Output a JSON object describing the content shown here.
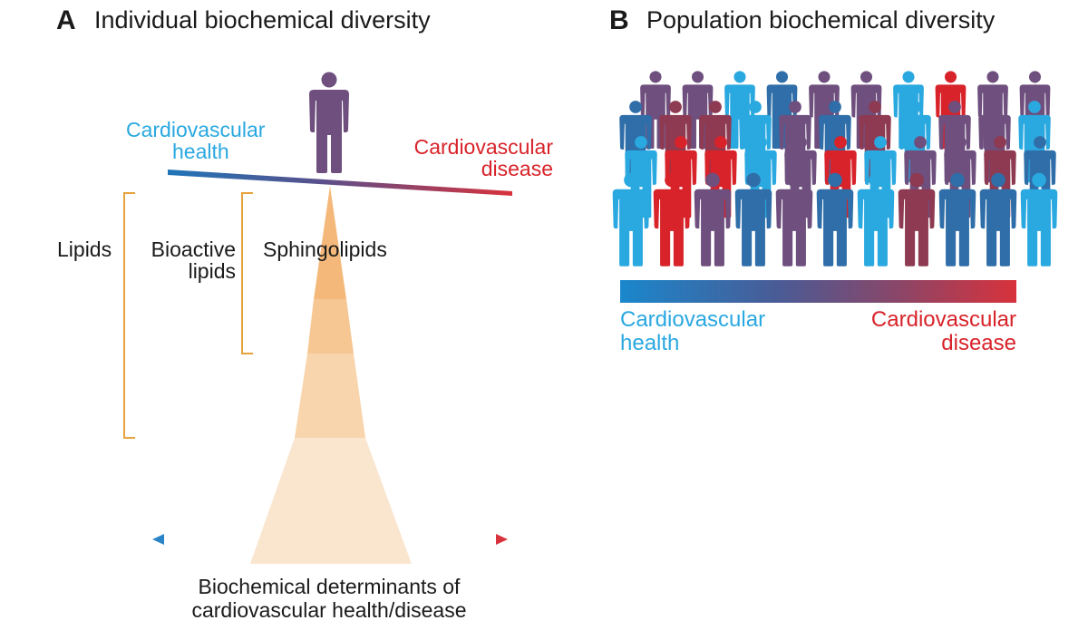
{
  "panel_a": {
    "letter": "A",
    "title": "Individual biochemical diversity",
    "health_label": [
      "Cardiovascular",
      "health"
    ],
    "disease_label": [
      "Cardiovascular",
      "disease"
    ],
    "bracket_labels": {
      "lipids": "Lipids",
      "bioactive": [
        "Bioactive",
        "lipids"
      ],
      "sphingolipids": "Sphingolipids"
    },
    "determinants_label": [
      "Biochemical determinants of",
      "cardiovascular health/disease"
    ],
    "person_icon": "person-icon"
  },
  "panel_b": {
    "letter": "B",
    "title": "Population biochemical diversity",
    "health_label": [
      "Cardiovascular",
      "health"
    ],
    "disease_label": [
      "Cardiovascular",
      "disease"
    ],
    "crowd_icon": "person-icon"
  },
  "colors": {
    "health_blue": "#2aa8e0",
    "disease_red": "#d8232a",
    "purple": "#6e4f7e",
    "steel_blue": "#2f6ea8",
    "maroon": "#8e3a52",
    "orange_bracket": "#e6a23c",
    "pyramid_tiers": [
      "#f4b97a",
      "#f6c792",
      "#f8d5ad",
      "#fae6cf"
    ]
  }
}
